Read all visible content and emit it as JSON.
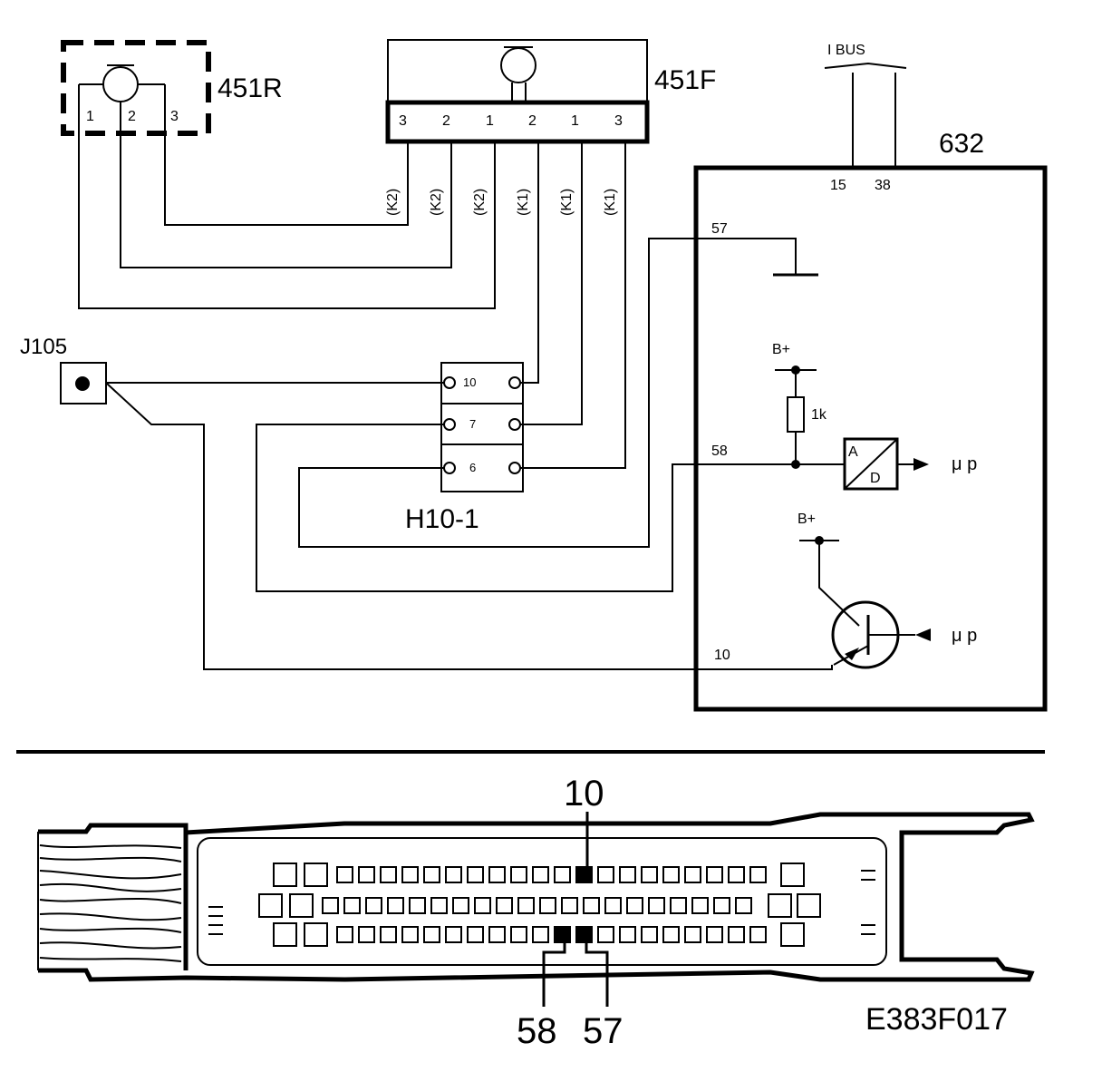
{
  "components": {
    "sensor_rear": {
      "id": "451R",
      "pins": [
        "1",
        "2",
        "3"
      ]
    },
    "sensor_front": {
      "id": "451F",
      "pins": [
        "3",
        "2",
        "1",
        "2",
        "1",
        "3"
      ]
    },
    "ecu": {
      "id": "632",
      "pin_ibus_a": "15",
      "pin_ibus_b": "38",
      "pin_57": "57",
      "pin_58": "58",
      "pin_10": "10"
    },
    "connector": {
      "id": "H10-1",
      "pins": [
        "10",
        "7",
        "6"
      ]
    },
    "test_point": {
      "id": "J105"
    },
    "bus": {
      "label": "I BUS"
    },
    "supply_1": "B+",
    "supply_2": "B+",
    "resistor": "1k",
    "adc_a": "A",
    "adc_d": "D",
    "mp_1": "μ p",
    "mp_2": "μ p"
  },
  "wires": [
    "(K2)",
    "(K2)",
    "(K2)",
    "(K1)",
    "(K1)",
    "(K1)"
  ],
  "connector_view": {
    "pin_top": "10",
    "pin_bottom_left": "58",
    "pin_bottom_right": "57"
  },
  "figure_code": "E383F017"
}
